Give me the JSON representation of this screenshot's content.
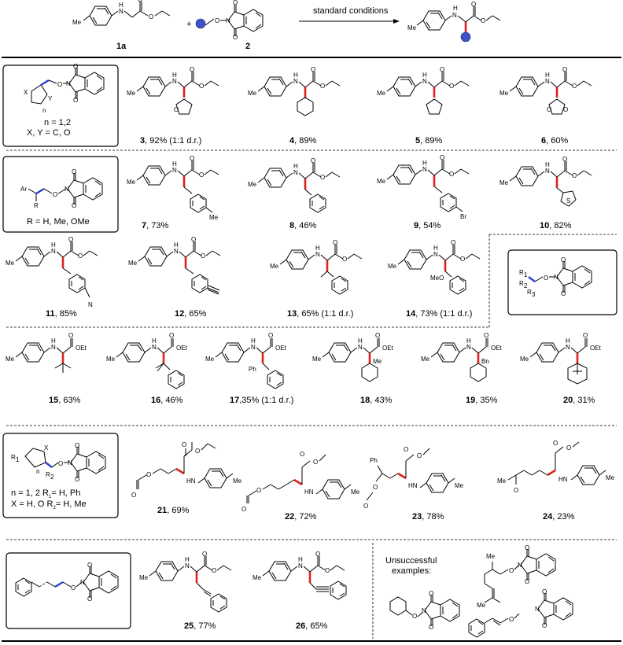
{
  "scheme": {
    "arrow_label": "standard conditions",
    "reactant1_label": "1a",
    "reactant2_label": "2",
    "plus": "+"
  },
  "atoms": {
    "N": "N",
    "H": "H",
    "O": "O",
    "Me": "Me",
    "OEt": "OEt",
    "X": "X",
    "Y": "Y",
    "n": "n",
    "Ar": "Ar",
    "R": "R",
    "R1": "R",
    "R2": "R",
    "R3": "R",
    "Br": "Br",
    "S": "S",
    "N3": "N",
    "Ph": "Ph",
    "MeO": "MeO",
    "Bn": "Bn"
  },
  "boxes": {
    "box1": [
      "n = 1,2",
      "X, Y = C, O"
    ],
    "box2": [
      "R = H, Me, OMe"
    ],
    "box5": [
      "n = 1, 2    R",
      "= H, Ph",
      "X = H, O  R",
      "= H, Me"
    ]
  },
  "compounds": [
    {
      "num": "3",
      "text": ", 92% (1:1 d.r.)"
    },
    {
      "num": "4",
      "text": ", 89%"
    },
    {
      "num": "5",
      "text": ", 89%"
    },
    {
      "num": "6",
      "text": ", 60%"
    },
    {
      "num": "7",
      "text": ", 73%"
    },
    {
      "num": "8",
      "text": ", 46%"
    },
    {
      "num": "9",
      "text": ", 54%"
    },
    {
      "num": "10",
      "text": ", 82%"
    },
    {
      "num": "11",
      "text": ", 85%"
    },
    {
      "num": "12",
      "text": ", 65%"
    },
    {
      "num": "13",
      "text": ", 65% (1:1 d.r.)"
    },
    {
      "num": "14",
      "text": ", 73% (1:1 d.r.)"
    },
    {
      "num": "15",
      "text": ", 63%"
    },
    {
      "num": "16",
      "text": ", 46%"
    },
    {
      "num": "17",
      "text": ",35% (1:1 d.r.)"
    },
    {
      "num": "18",
      "text": ", 43%"
    },
    {
      "num": "19",
      "text": ", 35%"
    },
    {
      "num": "20",
      "text": ", 31%"
    },
    {
      "num": "21",
      "text": ", 69%"
    },
    {
      "num": "22",
      "text": ", 72%"
    },
    {
      "num": "23",
      "text": ", 78%"
    },
    {
      "num": "24",
      "text": ", 23%"
    },
    {
      "num": "25",
      "text": ", 77%"
    },
    {
      "num": "26",
      "text": ", 65%"
    }
  ],
  "unsuccessful_label": [
    "Unsuccessful",
    "examples:"
  ]
}
